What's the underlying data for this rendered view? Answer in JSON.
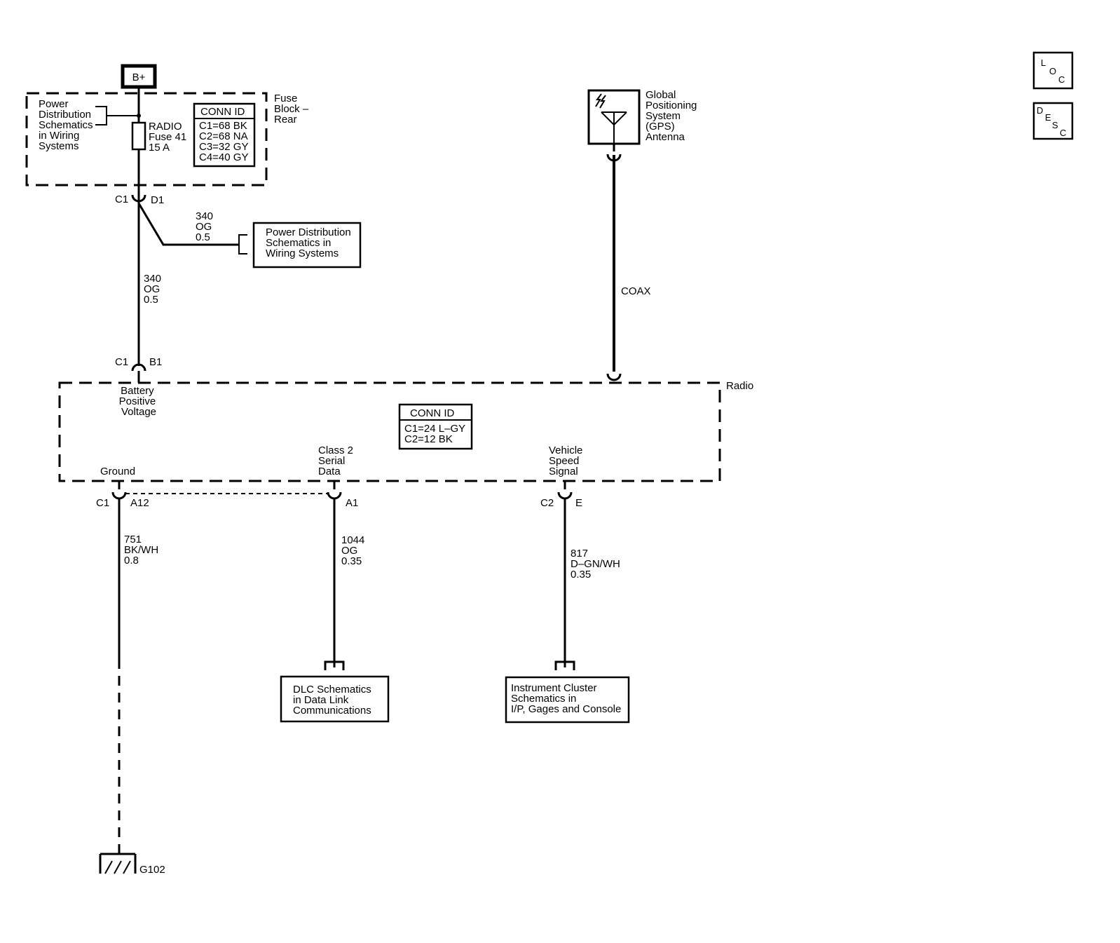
{
  "bplus": "B+",
  "fuse_block": {
    "label_lines": [
      "Fuse",
      "Block –",
      "Rear"
    ],
    "ref_lines": [
      "Power",
      "Distribution",
      "Schematics",
      "in Wiring",
      "Systems"
    ],
    "fuse_lines": [
      "RADIO",
      "Fuse 41",
      "15 A"
    ],
    "conn_id_title": "CONN ID",
    "conn_ids": [
      "C1=68 BK",
      "C2=68 NA",
      "C3=32 GY",
      "C4=40 GY"
    ]
  },
  "fuse_out_connector": {
    "left": "C1",
    "right": "D1"
  },
  "branch_wire": {
    "lines": [
      "340",
      "OG",
      "0.5"
    ]
  },
  "branch_ref": {
    "lines": [
      "Power Distribution",
      "Schematics in",
      "Wiring Systems"
    ]
  },
  "main_wire": {
    "lines": [
      "340",
      "OG",
      "0.5"
    ]
  },
  "radio_in_connector": {
    "left": "C1",
    "right": "B1"
  },
  "gps": {
    "label_lines": [
      "Global",
      "Positioning",
      "System",
      "(GPS)",
      "Antenna"
    ],
    "coax_label": "COAX"
  },
  "radio": {
    "label": "Radio",
    "battery_lines": [
      "Battery",
      "Positive",
      "Voltage"
    ],
    "conn_id_title": "CONN ID",
    "conn_ids": [
      "C1=24 L–GY",
      "C2=12 BK"
    ],
    "ground_label": "Ground",
    "serial_lines": [
      "Class 2",
      "Serial",
      "Data"
    ],
    "vss_lines": [
      "Vehicle",
      "Speed",
      "Signal"
    ]
  },
  "ground_connector": {
    "left": "C1",
    "right": "A12"
  },
  "serial_connector": {
    "right": "A1"
  },
  "vss_connector": {
    "left": "C2",
    "right": "E"
  },
  "ground_wire": {
    "lines": [
      "751",
      "BK/WH",
      "0.8"
    ]
  },
  "serial_wire": {
    "lines": [
      "1044",
      "OG",
      "0.35"
    ]
  },
  "vss_wire": {
    "lines": [
      "817",
      "D–GN/WH",
      "0.35"
    ]
  },
  "dlc_ref": {
    "lines": [
      "DLC Schematics",
      "in Data Link",
      "Communications"
    ]
  },
  "cluster_ref": {
    "lines": [
      "Instrument Cluster",
      "Schematics in",
      "I/P, Gages and Console"
    ]
  },
  "ground_point": "G102",
  "loc_button": {
    "chars": [
      "L",
      "O",
      "C"
    ]
  },
  "desc_button": {
    "chars": [
      "D",
      "E",
      "S",
      "C"
    ]
  }
}
